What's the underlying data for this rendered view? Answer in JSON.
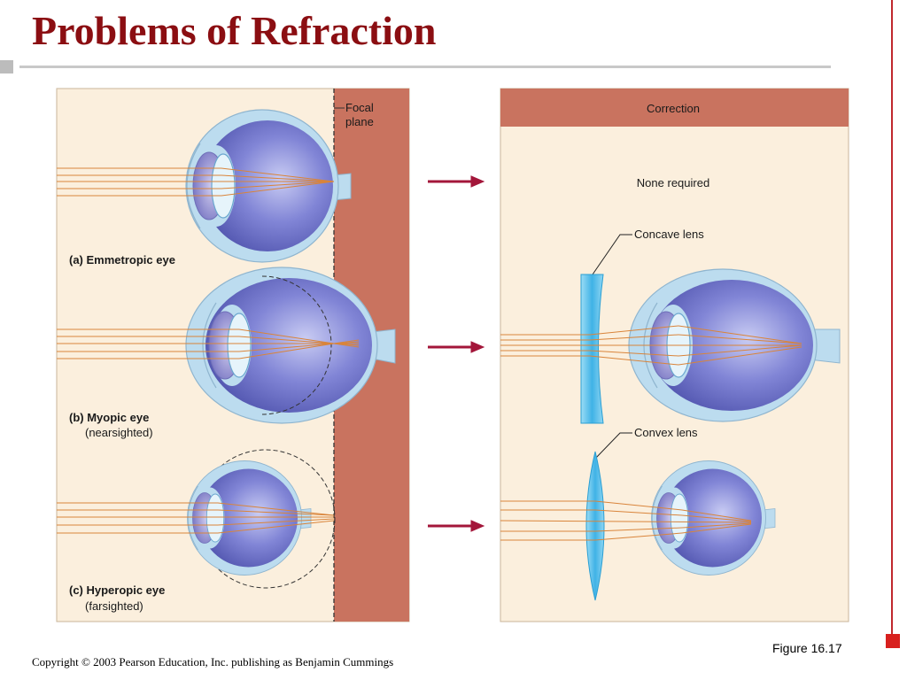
{
  "slide": {
    "title": "Problems of Refraction",
    "figure_ref": "Figure 16.17",
    "copyright": "Copyright © 2003 Pearson Education, Inc. publishing as Benjamin Cummings"
  },
  "left_panel": {
    "focal_plane_label": [
      "Focal",
      "plane"
    ],
    "eyes": [
      {
        "label": "(a) Emmetropic eye",
        "sublabel": ""
      },
      {
        "label": "(b) Myopic eye",
        "sublabel": "(nearsighted)"
      },
      {
        "label": "(c) Hyperopic eye",
        "sublabel": "(farsighted)"
      }
    ]
  },
  "right_panel": {
    "header": "Correction",
    "none_required": "None required",
    "concave_lens": "Concave lens",
    "convex_lens": "Convex lens"
  },
  "colors": {
    "title": "#8b0e12",
    "panel_bg": "#fbefdd",
    "focal_band": "#c9735f",
    "arrow": "#a3163a",
    "eye_outer": "#bcdcef",
    "eye_inner": "#5b5fb8",
    "ray": "#d9843a",
    "lens": "#5cc1ea"
  }
}
